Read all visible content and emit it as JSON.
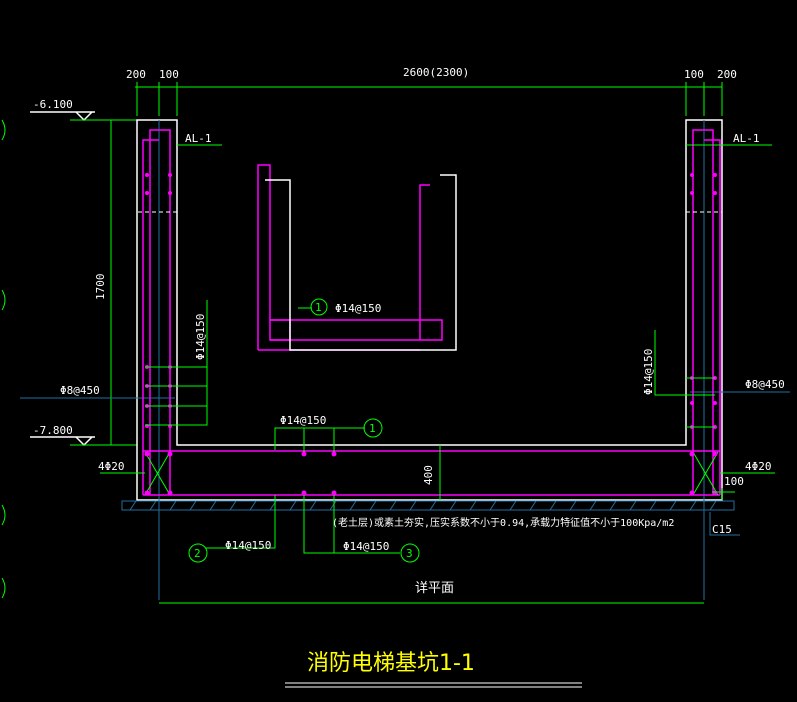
{
  "dimensions": {
    "top_left_a": "200",
    "top_left_b": "100",
    "top_span": "2600(2300)",
    "top_right_a": "100",
    "top_right_b": "200",
    "height": "1700",
    "slab": "400",
    "right_small": "100"
  },
  "levels": {
    "top": "-6.100",
    "bottom": "-7.800"
  },
  "labels": {
    "al_left": "AL-1",
    "al_right": "AL-1",
    "rebar_left": "Φ14@150",
    "rebar_right": "Φ14@150",
    "stirrup_left": "Φ8@450",
    "stirrup_right": "Φ8@450",
    "corner_left": "4Φ20",
    "corner_right": "4Φ20",
    "bar1_top": "Φ14@150",
    "bar1_detail": "Φ14@150",
    "bar2": "Φ14@150",
    "bar3": "Φ14@150",
    "concrete": "C15",
    "note": "(老土层)或素土夯实,压实系数不小于0.94,承载力特征值不小于100Kpa/m2",
    "see_plan": "详平面"
  },
  "markers": {
    "m1": "1",
    "m1_detail": "1",
    "m2": "2",
    "m3": "3"
  },
  "title": "消防电梯基坑1-1",
  "colors": {
    "rebar": "#ff00ff",
    "dim": "#00ff00",
    "outline": "#ffffff",
    "title": "#ffff00"
  }
}
